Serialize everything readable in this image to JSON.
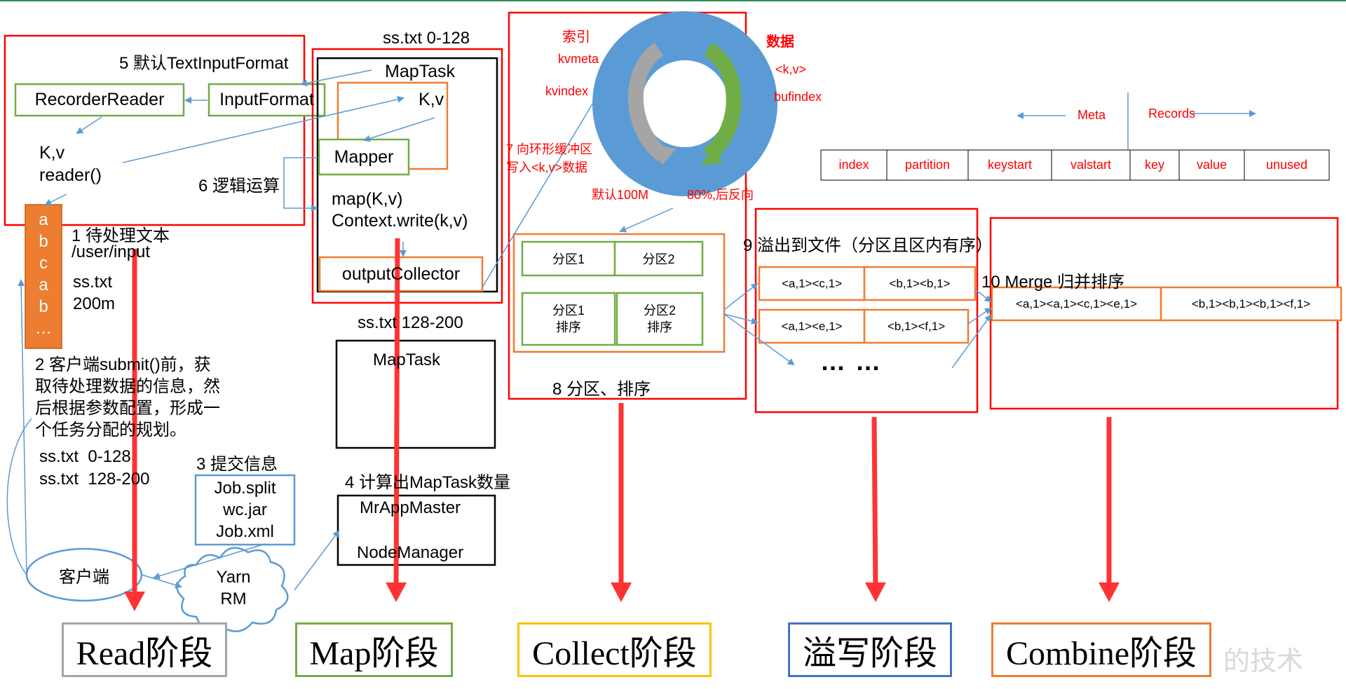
{
  "read_section": {
    "format_label": "5 默认TextInputFormat",
    "recorder_reader": "RecorderReader",
    "input_format": "InputFormat",
    "kv": "K,v",
    "reader_call": "reader()",
    "file_chars": [
      "a",
      "b",
      "c",
      "a",
      "b",
      "…"
    ],
    "input_title": "1 待处理文本",
    "input_path": "/user/input",
    "file_name": "ss.txt",
    "file_size": "200m",
    "client_note": "2 客户端submit()前，获\n取待处理数据的信息，然\n后根据参数配置，形成一\n个任务分配的规划。",
    "split1": "ss.txt  0-128",
    "split2": "ss.txt  128-200",
    "submit_label": "3 提交信息",
    "job_files": "Job.split\nwc.jar\nJob.xml",
    "client": "客户端",
    "yarn": "Yarn\nRM"
  },
  "map_section": {
    "split_label_1": "ss.txt 0-128",
    "maptask_1": "MapTask",
    "kv": "K,v",
    "mapper": "Mapper",
    "logic_label": "6 逻辑运算",
    "map_call": "map(K,v)",
    "context_write": "Context.write(k,v)",
    "output_collector": "outputCollector",
    "split_label_2": "ss.txt 128-200",
    "maptask_2": "MapTask",
    "count_label": "4 计算出MapTask数量",
    "mr_app_master": "MrAppMaster",
    "node_manager": "NodeManager"
  },
  "collect_section": {
    "index_label": "索引",
    "kvmeta": "kvmeta",
    "kvindex": "kvindex",
    "data_label": "数据",
    "kv_pair": "<k,v>",
    "bufindex": "bufindex",
    "write_note": "7 向环形缓冲区\n写入<k,v>数据",
    "default_size": "默认100M",
    "reverse_note": "80%,后反向",
    "partitions": [
      "分区1",
      "分区2",
      "分区1\n排序",
      "分区2\n排序"
    ],
    "sort_label": "8 分区、排序"
  },
  "meta_table": {
    "meta": "Meta",
    "records": "Records",
    "columns": [
      "index",
      "partition",
      "keystart",
      "valstart",
      "key",
      "value",
      "unused"
    ]
  },
  "spill_section": {
    "title": "9 溢出到文件（分区且区内有序）",
    "cells": [
      "<a,1><c,1>",
      "<b,1><b,1>",
      "<a,1><e,1>",
      "<b,1><f,1>"
    ],
    "ellipsis": "… …"
  },
  "merge_section": {
    "title": "10 Merge 归并排序",
    "cells": [
      "<a,1><a,1><c,1><e,1>",
      "<b,1><b,1><b,1><f,1>"
    ]
  },
  "stages": [
    "Read阶段",
    "Map阶段",
    "Collect阶段",
    "溢写阶段",
    "Combine阶段"
  ],
  "watermark": "的技术",
  "colors": {
    "red": "#ff0000",
    "green": "#70ad47",
    "orange": "#ed7d31",
    "blue": "#5b9bd5",
    "gray": "#a5a5a5",
    "gold": "#ffc000",
    "navy": "#4472c4",
    "ring": "#5b9bd5"
  }
}
